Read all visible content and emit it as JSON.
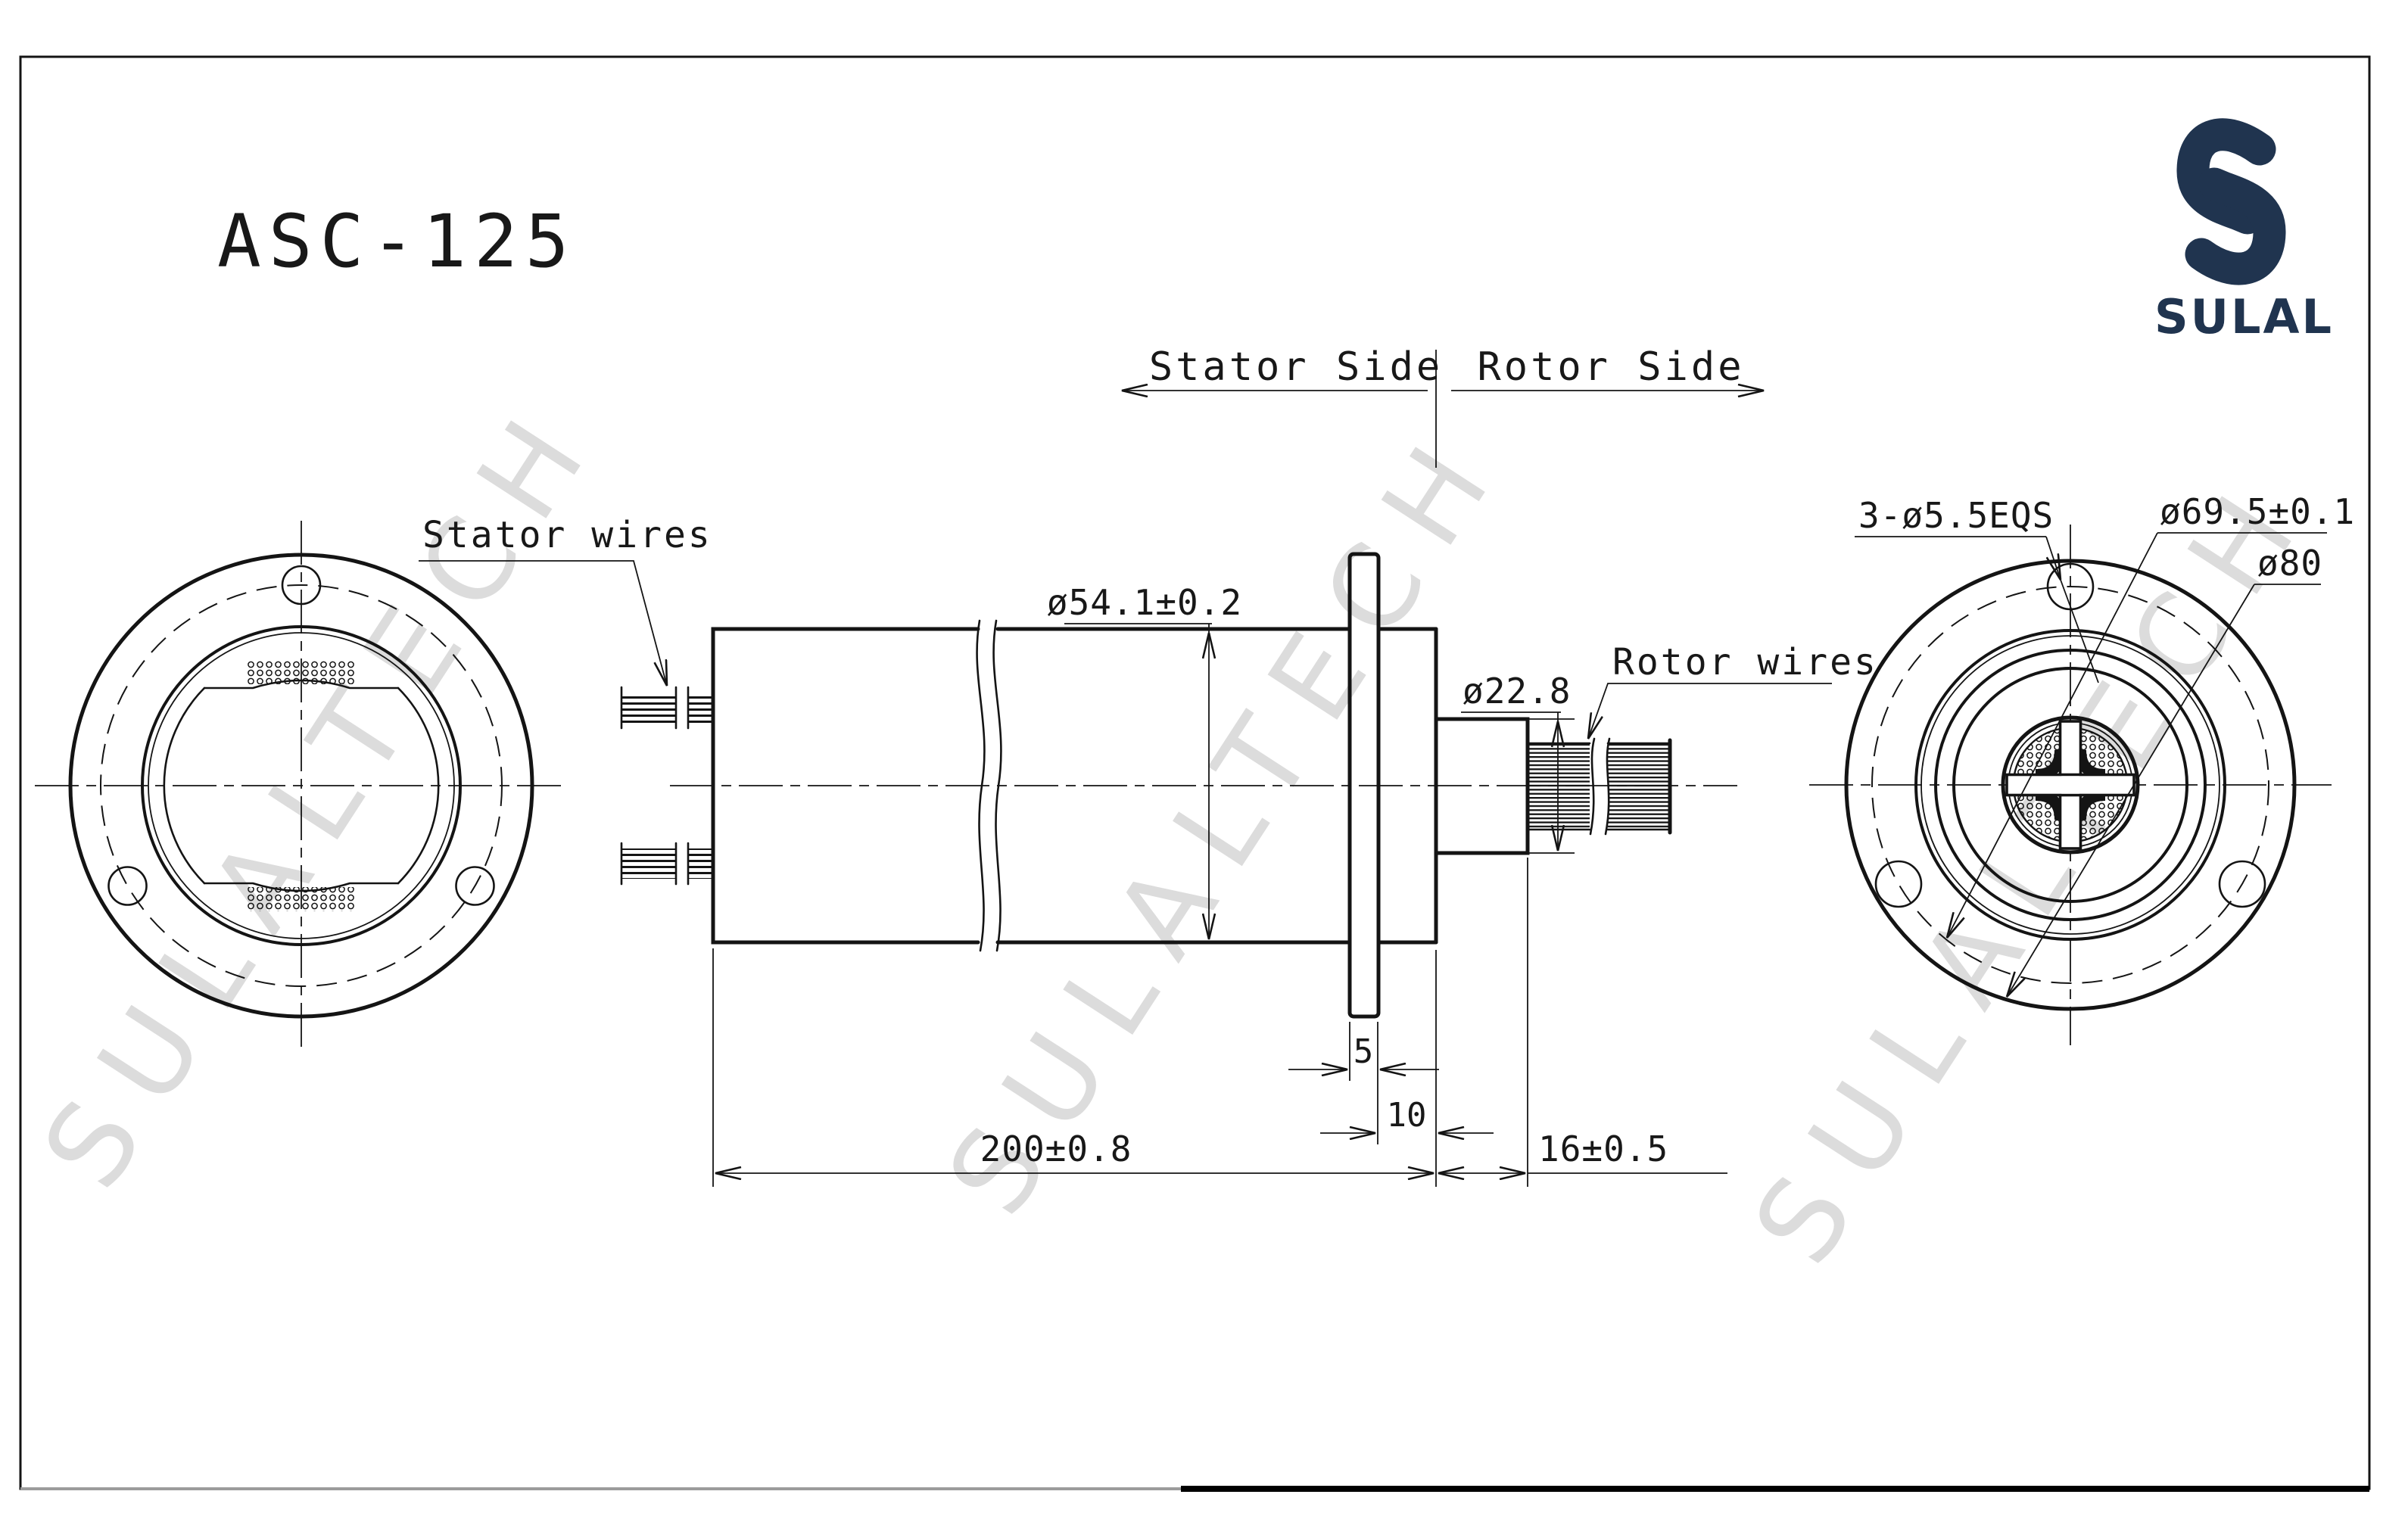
{
  "drawing": {
    "title": "ASC-125",
    "brand": {
      "name": "SULAL"
    },
    "header": {
      "stator": "Stator Side",
      "rotor": "Rotor Side"
    },
    "labels": {
      "stator_wires": "Stator wires",
      "rotor_wires": "Rotor wires"
    },
    "dims": {
      "body_dia": "ø54.1±0.2",
      "boss_dia": "ø22.8",
      "holes": "3-ø5.5EQS",
      "bolt_circle": "ø69.5±0.1",
      "flange_dia": "ø80",
      "flange_thk": "5",
      "step_len": "10",
      "body_len": "200±0.8",
      "boss_len": "16±0.5"
    },
    "watermark": "SULALTECH",
    "colors": {
      "line": "#141414",
      "brand_navy": "#20344f",
      "watermark_gray": "#dcdcdc"
    }
  }
}
